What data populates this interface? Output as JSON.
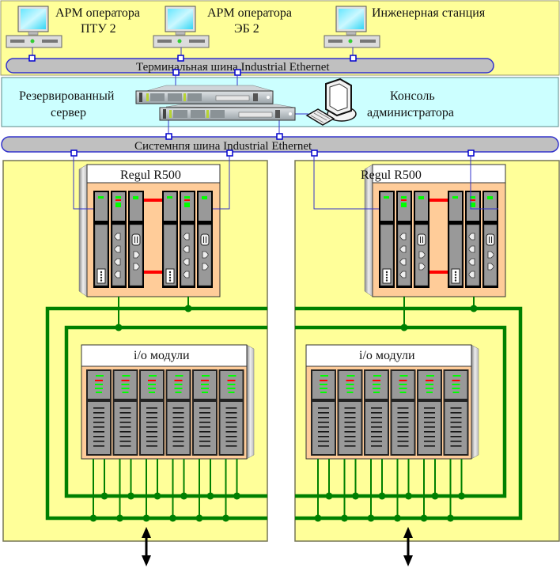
{
  "diagram": {
    "top_zone": {
      "workstations": [
        {
          "line1": "АРМ оператора",
          "line2": "ПТУ 2"
        },
        {
          "line1": "АРМ оператора",
          "line2": "ЭБ  2"
        },
        {
          "line1": "Инженерная станция",
          "line2": ""
        }
      ],
      "terminal_bus": "Терминальная шина Industrial Ethernet"
    },
    "server_zone": {
      "server_label_1": "Резервированный",
      "server_label_2": "сервер",
      "console_label_1": "Консоль",
      "console_label_2": "администратора"
    },
    "system_bus": "Системнпя шина  Industrial Ethernet",
    "cabinets": [
      {
        "controller_title": "Regul R500",
        "io_title": "i/o модули",
        "io_module_count": 6
      },
      {
        "controller_title": "Regul R500",
        "io_title": "i/o модули",
        "io_module_count": 6
      }
    ],
    "colors": {
      "yellow_zone": "#FFFF99",
      "cyan_zone": "#CCFFFF",
      "bus_fill": "#C0C0C0",
      "bus_stroke": "#3333CC",
      "ring_green": "#008000",
      "rack_bg": "#FFCC99",
      "module_gray": "#999999",
      "led_green": "#00FF00",
      "led_red": "#FF0000",
      "red_link": "#FF0000"
    }
  }
}
